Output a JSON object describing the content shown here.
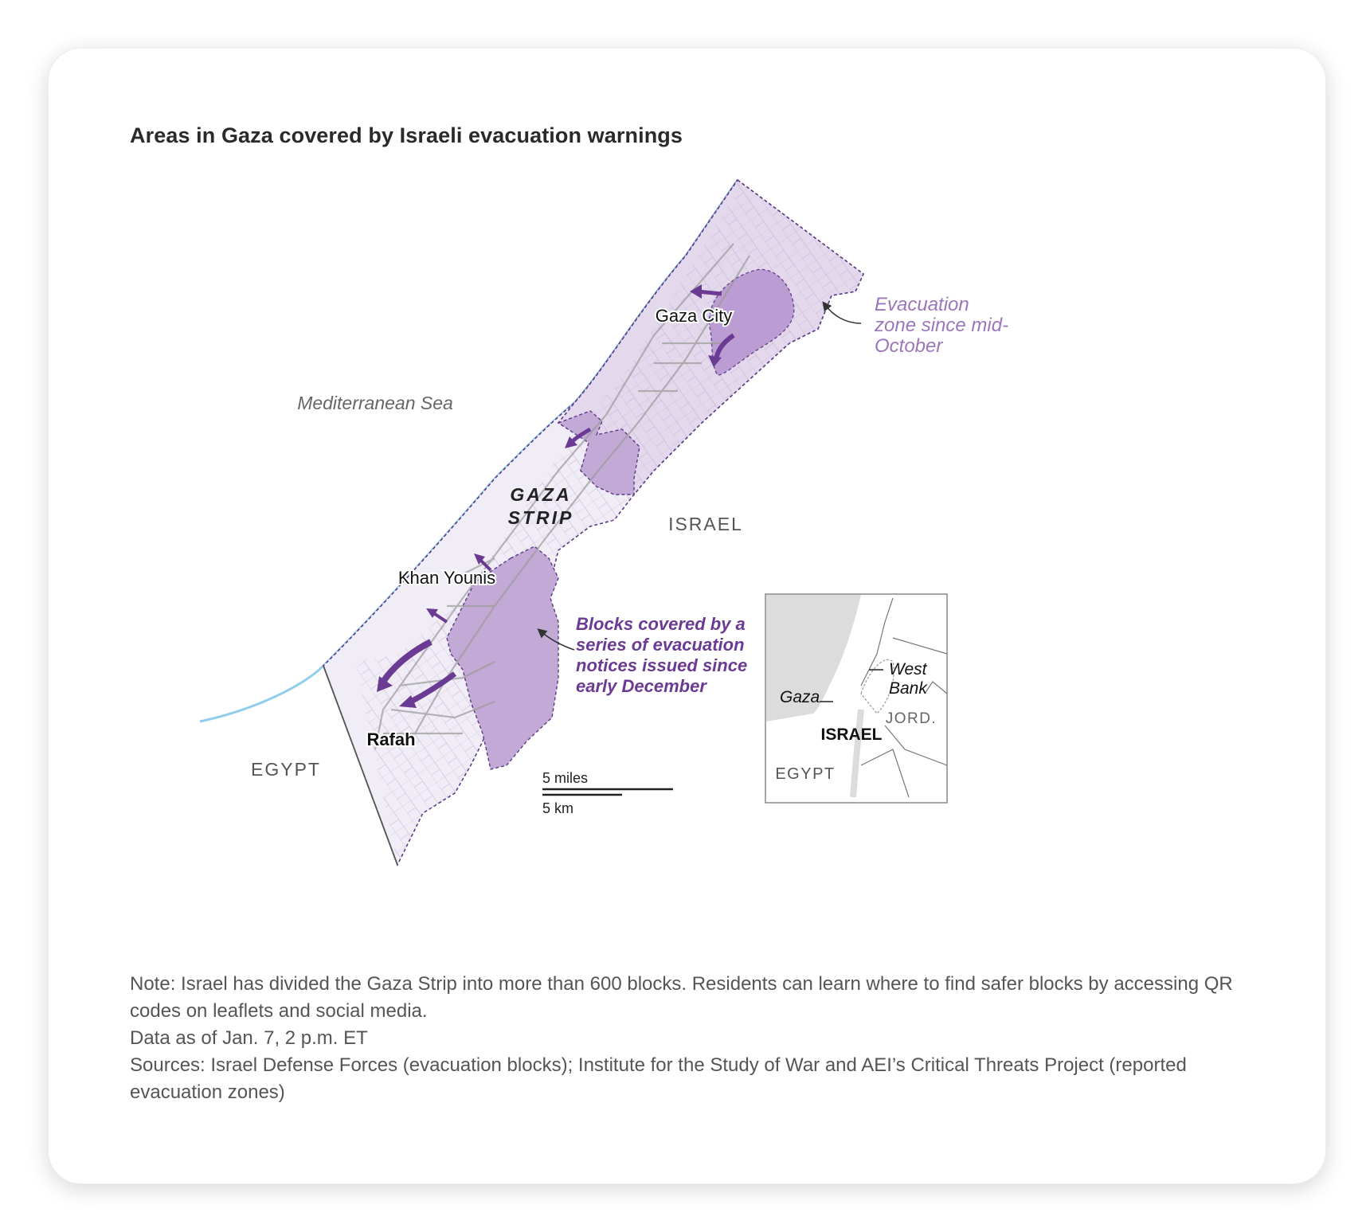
{
  "title": "Areas in Gaza covered by Israeli evacuation warnings",
  "map": {
    "labels": {
      "gaza_city": "Gaza City",
      "mediterranean": "Mediterranean Sea",
      "gaza_strip_1": "GAZA",
      "gaza_strip_2": "STRIP",
      "israel": "ISRAEL",
      "khan_younis": "Khan Younis",
      "rafah": "Rafah",
      "egypt": "EGYPT"
    },
    "annotations": {
      "zone_oct": [
        "Evacuation",
        "zone since mid-",
        "October"
      ],
      "blocks_dec": [
        "Blocks covered by a",
        "series of evacuation",
        "notices issued since",
        "early December"
      ]
    },
    "scale": {
      "miles": "5 miles",
      "km": "5 km"
    },
    "inset": {
      "west_bank_1": "West",
      "west_bank_2": "Bank",
      "gaza": "Gaza",
      "israel": "ISRAEL",
      "jordan": "JORD.",
      "egypt": "EGYPT"
    },
    "colors": {
      "zone_oct_fill": "#e4d9ec",
      "zone_dec_fill": "#c3a9d6",
      "accent": "#6b3b93",
      "annotation_light": "#9b76bb",
      "sea_coast": "#7cc4ea"
    }
  },
  "notes": [
    "Note: Israel has divided the Gaza Strip into more than 600 blocks. Residents can learn where to find safer blocks by accessing QR codes on leaflets and social media.",
    "Data as of Jan. 7, 2 p.m. ET",
    "Sources: Israel Defense Forces (evacuation blocks);  Institute for the Study of War and AEI’s Critical Threats Project (reported evacuation zones)"
  ]
}
